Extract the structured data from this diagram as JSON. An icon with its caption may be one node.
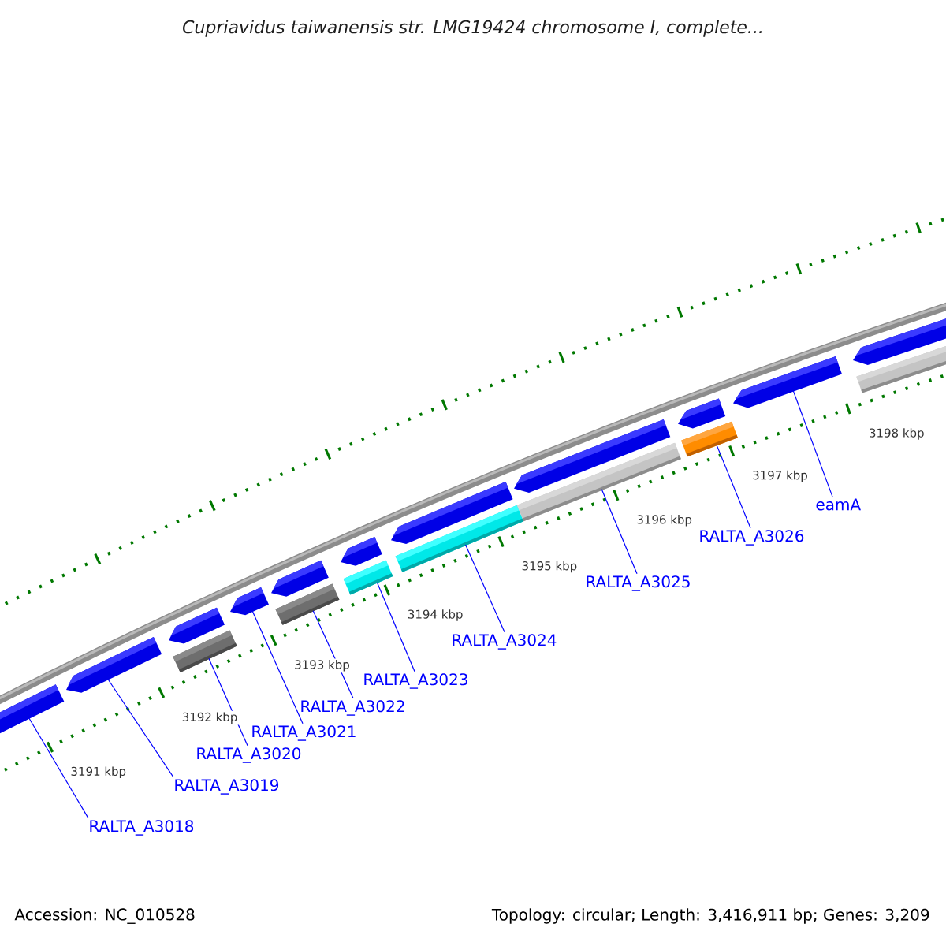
{
  "diagram": {
    "title": "Cupriavidus taiwanensis str. LMG19424 chromosome I, complete...",
    "nodes": [
      {
        "text": [
          "RALTA_A3018"
        ]
      },
      {
        "text": [
          "RALTA_A3019"
        ]
      },
      {
        "text": [
          "RALTA_A3020"
        ]
      },
      {
        "text": [
          "RALTA_A3021"
        ]
      },
      {
        "text": [
          "RALTA_A3022"
        ]
      },
      {
        "text": [
          "RALTA_A3023"
        ]
      },
      {
        "text": [
          "RALTA_A3024"
        ]
      },
      {
        "text": [
          "RALTA_A3025"
        ]
      },
      {
        "text": [
          "RALTA_A3026"
        ]
      },
      {
        "text": [
          "eamA"
        ]
      },
      {
        "text": [],
        "shape": "arrow"
      },
      {
        "text": [],
        "shape": "arrow"
      },
      {
        "text": [],
        "shape": "arrow"
      },
      {
        "text": [],
        "shape": "arrow"
      },
      {
        "text": [],
        "shape": "arrow"
      },
      {
        "text": [],
        "shape": "arrow"
      },
      {
        "text": [],
        "shape": "arrow"
      },
      {
        "text": [],
        "shape": "arrow"
      },
      {
        "text": [],
        "shape": "arrow"
      },
      {
        "text": [],
        "shape": "arrow"
      },
      {
        "text": [],
        "shape": "arrow"
      },
      {
        "text": [],
        "shape": "box"
      },
      {
        "text": [],
        "shape": "box"
      },
      {
        "text": [],
        "shape": "box"
      },
      {
        "text": [],
        "shape": "box"
      },
      {
        "text": [],
        "shape": "box"
      },
      {
        "text": [],
        "shape": "box"
      },
      {
        "text": [],
        "shape": "box"
      }
    ],
    "edges": [
      {
        "from": 0,
        "to": 10,
        "arrow": "none"
      },
      {
        "from": 1,
        "to": 11,
        "arrow": "none"
      },
      {
        "from": 2,
        "to": 21,
        "arrow": "none"
      },
      {
        "from": 3,
        "to": 13,
        "arrow": "none"
      },
      {
        "from": 4,
        "to": 22,
        "arrow": "none"
      },
      {
        "from": 5,
        "to": 23,
        "arrow": "none"
      },
      {
        "from": 6,
        "to": 24,
        "arrow": "none"
      },
      {
        "from": 7,
        "to": 25,
        "arrow": "none"
      },
      {
        "from": 8,
        "to": 26,
        "arrow": "none"
      },
      {
        "from": 9,
        "to": 19,
        "arrow": "none"
      }
    ],
    "labels": [
      "3191 kbp",
      "3192 kbp",
      "3193 kbp",
      "3194 kbp",
      "3195 kbp",
      "3196 kbp",
      "3197 kbp",
      "3198 kbp",
      "Accession: NC_010528",
      "Topology: circular; Length: 3,416,911 bp; Genes: 3,209"
    ]
  }
}
